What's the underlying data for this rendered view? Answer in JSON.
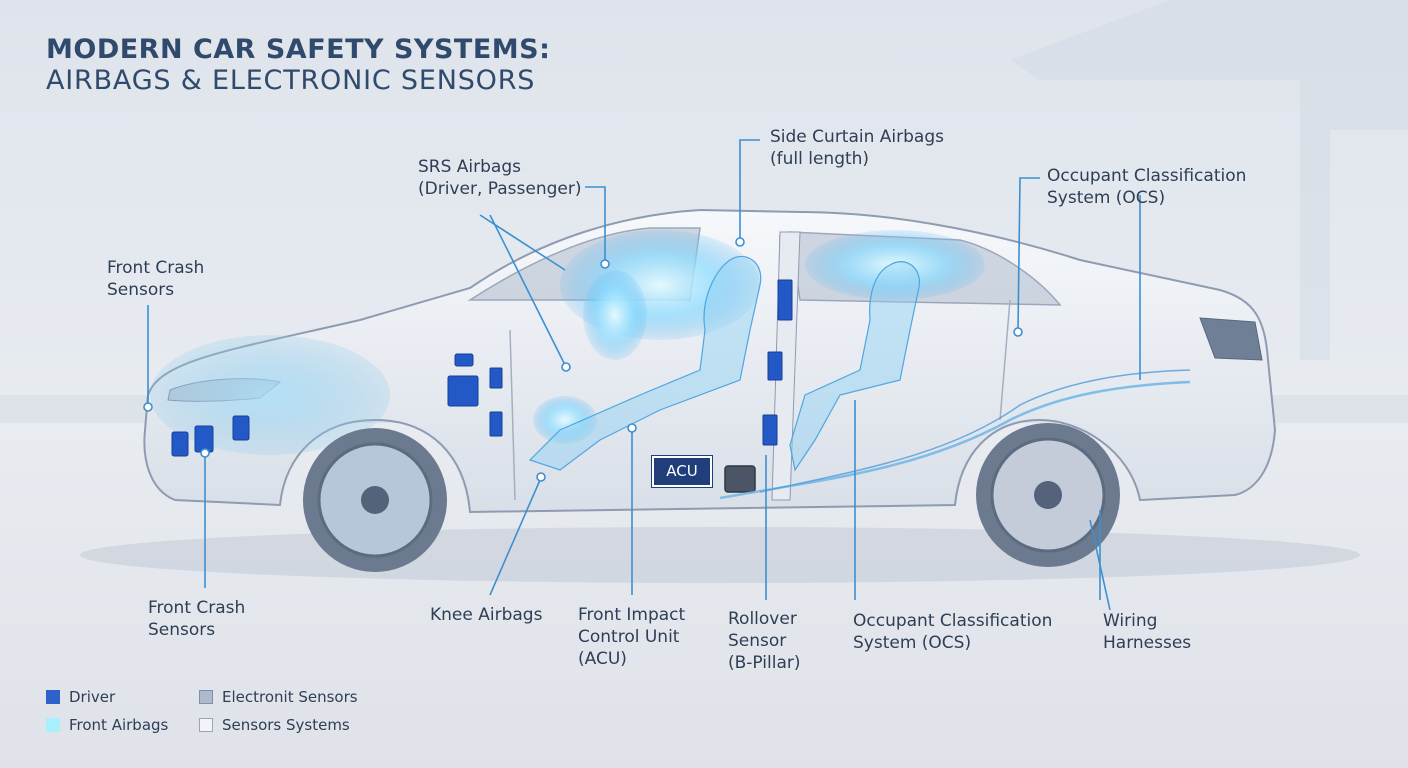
{
  "title": {
    "line1": "MODERN CAR SAFETY SYSTEMS:",
    "line2": "AIRBAGS & ELECTRONIC SENSORS"
  },
  "labels": {
    "front_crash_upper": [
      "Front Crash",
      "Sensors"
    ],
    "srs_airbags": [
      "SRS Airbags",
      "(Driver, Passenger)"
    ],
    "side_curtain": [
      "Side Curtain Airbags",
      "(full length)"
    ],
    "ocs_upper": [
      "Occupant Classification",
      "System (OCS)"
    ],
    "front_crash_lower": [
      "Front Crash",
      "Sensors"
    ],
    "knee_airbags": [
      "Knee Airbags"
    ],
    "front_impact": [
      "Front Impact",
      "Control Unit",
      "(ACU)"
    ],
    "rollover": [
      "Rollover",
      "Sensor",
      "(B-Pillar)"
    ],
    "ocs_lower": [
      "Occupant Classification",
      "System (OCS)"
    ],
    "wiring": [
      "Wiring",
      "Harnesses"
    ]
  },
  "acu_tag": "ACU",
  "legend": [
    {
      "label": "Driver",
      "color": "#2d63c8",
      "border": "#2d63c8"
    },
    {
      "label": "Front Airbags",
      "color": "#a8f0ff",
      "border": "#a8f0ff"
    },
    {
      "label": "Electronit Sensors",
      "color": "#aeb9cc",
      "border": "#8090a8"
    },
    {
      "label": "Sensors Systems",
      "color": "#f2f4f7",
      "border": "#9aa5b5"
    }
  ],
  "colors": {
    "leader_line": "#3d8fd0",
    "sensor_blue": "#2259c7",
    "airbag_glow": "#9fe6ff",
    "car_outline": "#8e9bb0",
    "title": "#2f4a6c"
  }
}
